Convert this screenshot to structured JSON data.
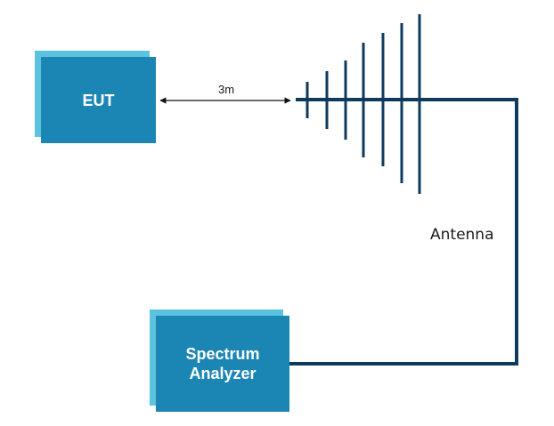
{
  "eut": {
    "label": "EUT"
  },
  "spectrum_analyzer": {
    "line1": "Spectrum",
    "line2": "Analyzer"
  },
  "distance": {
    "label": "3m"
  },
  "antenna": {
    "label": "Antenna",
    "element_count": 7
  },
  "colors": {
    "box_front": "#1b86b3",
    "box_shadow": "#5bc3df",
    "cable": "#0f3a5e",
    "arrow": "#111111"
  }
}
